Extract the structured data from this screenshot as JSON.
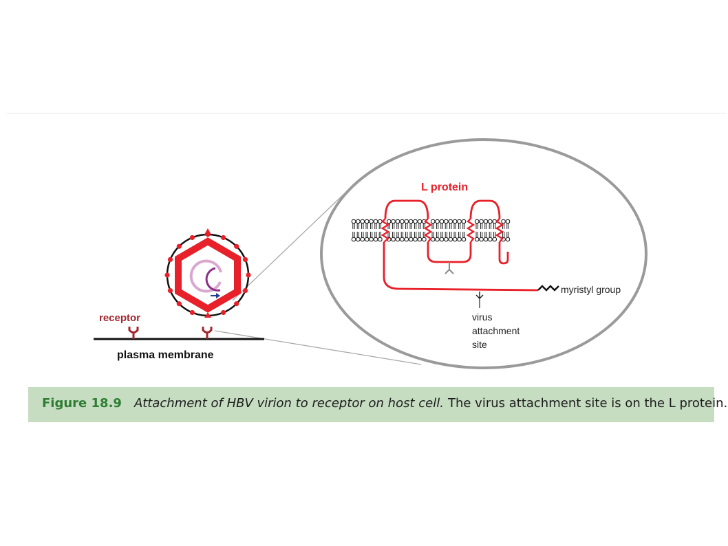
{
  "figure": {
    "labels": {
      "receptor": "receptor",
      "plasma_membrane": "plasma membrane",
      "l_protein": "L protein",
      "myristyl_group": "myristyl group",
      "attachment_site": [
        "virus",
        "attachment",
        "site"
      ]
    },
    "colors": {
      "protein_red": "#e8202a",
      "receptor_dark_red": "#a3262d",
      "membrane_black": "#111111",
      "zoom_outline": "#9a9a9a",
      "genome_pink": "#d9a8cf",
      "genome_purple": "#8e2f8a",
      "genome_arrow_blue": "#1f3d99",
      "caption_background": "#c6ddc2",
      "caption_label_green": "#2e7d32"
    }
  },
  "caption": {
    "label": "Figure 18.9",
    "title": "Attachment of HBV virion to receptor on host cell.",
    "text": "The virus attachment site is on the L protein."
  }
}
